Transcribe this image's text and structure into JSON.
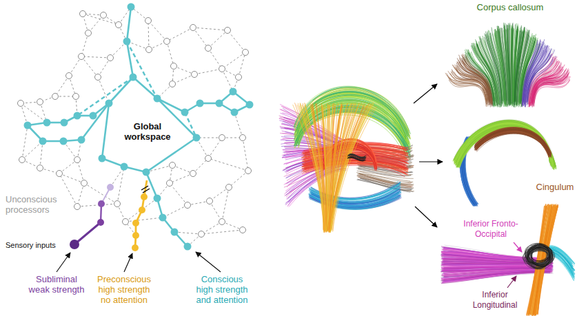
{
  "diagram": {
    "labels": [
      "Corpus callosum",
      "Global workspace",
      "Cingulum",
      "Unconscious processors",
      "Inferior Fronto-Occipital",
      "Sensory inputs",
      "Subliminal weak strength",
      "Preconscious high strength no attention",
      "Conscious high strength and attention",
      "Inferior Longitudinal"
    ]
  }
}
